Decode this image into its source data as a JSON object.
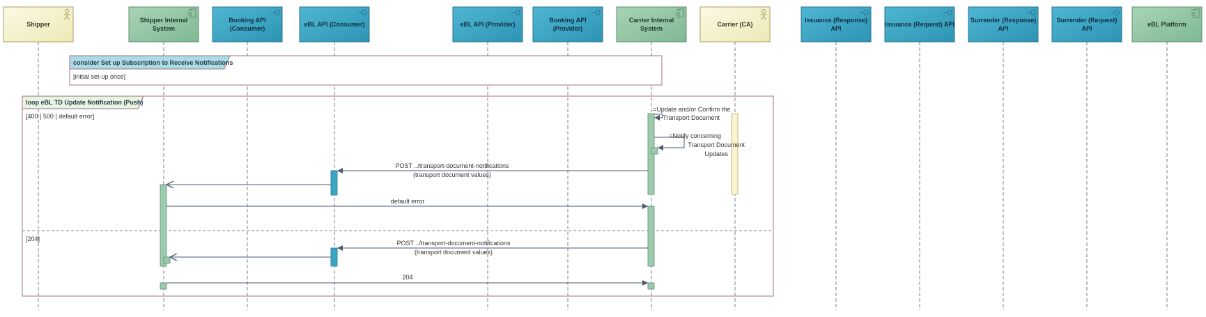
{
  "diagram": {
    "type": "sequence",
    "colors": {
      "actor_fill": "#f6f3cc",
      "system_fill": "#8fc4a2",
      "api_fill": "#3aa6c6",
      "activation_green": "#9ccbad",
      "activation_blue": "#3aa6c6",
      "activation_yellow": "#f8f4d0",
      "frame_tab_consider": "#a9dce6",
      "frame_tab_loop": "#e8f5e2",
      "frame_border": "#a07080",
      "arrow": "#4a5a70",
      "lifeline": "#7a8090"
    },
    "participants": [
      {
        "id": "shipper",
        "label": [
          "Shipper"
        ],
        "kind": "actor"
      },
      {
        "id": "shipper-internal",
        "label": [
          "Shipper Internal",
          "System"
        ],
        "kind": "component"
      },
      {
        "id": "booking-consumer",
        "label": [
          "Booking API",
          "(Consumer)"
        ],
        "kind": "interface"
      },
      {
        "id": "ebl-consumer",
        "label": [
          "eBL API (Consumer)"
        ],
        "kind": "interface"
      },
      {
        "id": "ebl-provider",
        "label": [
          "eBL API (Provider)"
        ],
        "kind": "interface"
      },
      {
        "id": "booking-provider",
        "label": [
          "Booking API",
          "(Provider)"
        ],
        "kind": "interface"
      },
      {
        "id": "carrier-internal",
        "label": [
          "Carrier Internal",
          "System"
        ],
        "kind": "component"
      },
      {
        "id": "carrier-ca",
        "label": [
          "Carrier (CA)"
        ],
        "kind": "actor"
      },
      {
        "id": "issuance-response",
        "label": [
          "Issuance (Response)",
          "API"
        ],
        "kind": "interface"
      },
      {
        "id": "issuance-request",
        "label": [
          "Issuance (Request) API"
        ],
        "kind": "interface"
      },
      {
        "id": "surrender-response",
        "label": [
          "Surrender (Response)",
          "API"
        ],
        "kind": "interface"
      },
      {
        "id": "surrender-request",
        "label": [
          "Surrender (Request)",
          "API"
        ],
        "kind": "interface"
      },
      {
        "id": "ebl-platform",
        "label": [
          "eBL Platform"
        ],
        "kind": "component"
      }
    ],
    "frames": [
      {
        "id": "consider",
        "title": "consider Set up Subscription to Receive Notifications",
        "guards": [
          "[initial set-up once]"
        ]
      },
      {
        "id": "loop",
        "title": "loop eBL TD Update Notification (Push)",
        "guards": [
          "[400 | 500 | default error]",
          "[204]"
        ]
      }
    ],
    "messages": [
      {
        "id": "self-update",
        "label": [
          "=Update and/or Confirm the",
          "Transport Document"
        ]
      },
      {
        "id": "self-notify",
        "label": [
          "=Notify concerning",
          "Transport Document",
          "Updates"
        ]
      },
      {
        "id": "post-1",
        "label": [
          "POST ../transport-document-notifications",
          "(transport document values)"
        ]
      },
      {
        "id": "forward-1",
        "label": []
      },
      {
        "id": "default-error",
        "label": [
          "default error"
        ]
      },
      {
        "id": "post-2",
        "label": [
          "POST ../transport-document-notifications",
          "(transport document values)"
        ]
      },
      {
        "id": "forward-2",
        "label": []
      },
      {
        "id": "resp-204",
        "label": [
          "204"
        ]
      }
    ]
  }
}
